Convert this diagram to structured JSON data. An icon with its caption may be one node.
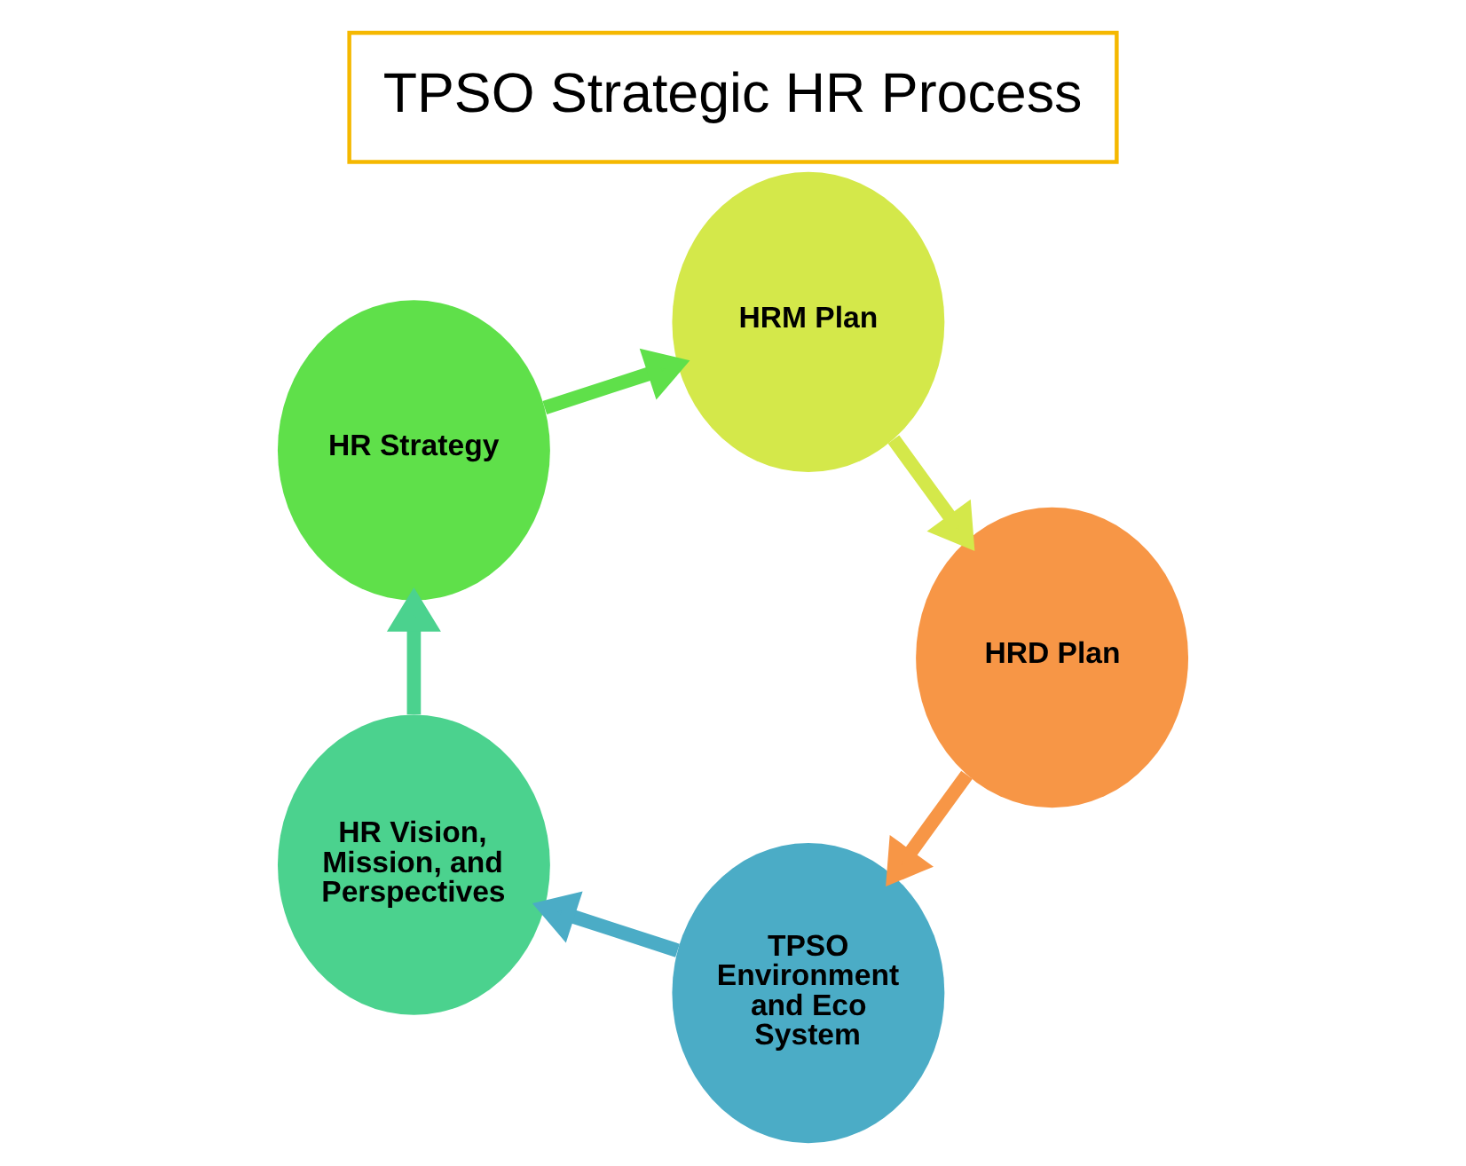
{
  "diagram": {
    "title": "TPSO Strategic HR Process",
    "nodes": [
      {
        "text": [
          "TPSO Environment and Eco System"
        ]
      },
      {
        "text": [
          "HR Vision, Mission, and Perspectives"
        ]
      },
      {
        "text": [
          "HR Strategy"
        ]
      },
      {
        "text": [
          "HRM Plan"
        ]
      },
      {
        "text": [
          "HRD Plan"
        ]
      }
    ],
    "edges": [
      {
        "from": 0,
        "to": 1,
        "arrow": "to",
        "color": "#4bacc6"
      },
      {
        "from": 1,
        "to": 2,
        "arrow": "to",
        "color": "#4bd28e"
      },
      {
        "from": 2,
        "to": 3,
        "arrow": "to",
        "color": "#5fe04a"
      },
      {
        "from": 3,
        "to": 4,
        "arrow": "to",
        "color": "#d4e84a"
      },
      {
        "from": 4,
        "to": 0,
        "arrow": "to",
        "color": "#f79646"
      }
    ]
  }
}
